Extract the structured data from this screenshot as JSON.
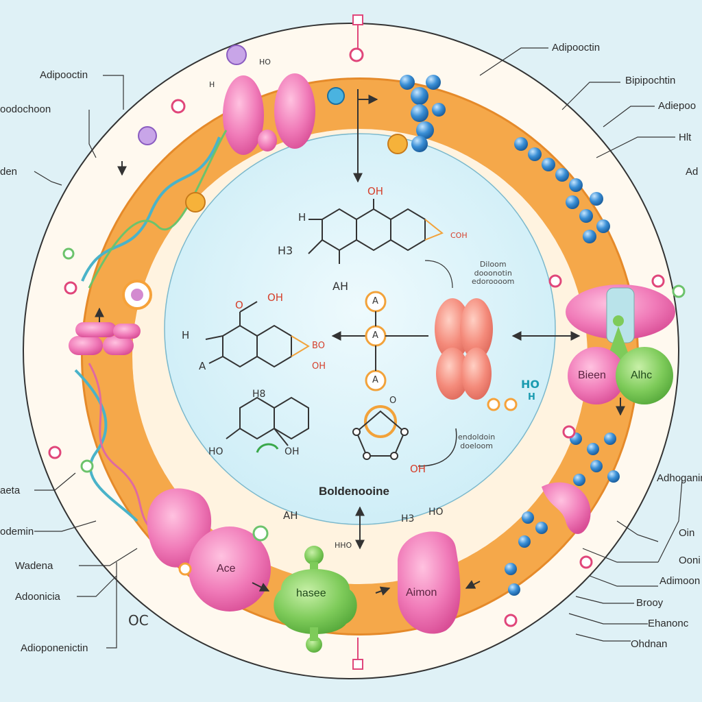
{
  "center_label": "Boldenooine",
  "left_labels": [
    "Adipooctin",
    "oodochoon",
    "den",
    "aeta",
    "odemin",
    "Wadena",
    "Adoonicia",
    "Adioponenictin"
  ],
  "right_labels": [
    "Adipooctin",
    "Bipipochtin",
    "Adiepoo",
    "Hlt",
    "Ad",
    "Adhoganim",
    "Oin",
    "Ooni",
    "Adimoon",
    "Brooy",
    "Ehanonc",
    "Ohdnan"
  ],
  "proteins": {
    "ace": "Ace",
    "hasee": "hasee",
    "aimon": "Aimon",
    "bieen": "Bieen",
    "alhc": "Alhc"
  },
  "chem": {
    "oh_top": "OH",
    "h_top": "H",
    "h3_top": "H3",
    "ah_top": "AH",
    "coh": "COH",
    "oh_left": "OH",
    "o_left": "O",
    "h_left": "H",
    "a_left": "A",
    "bo_left": "BO",
    "oh_left2": "OH",
    "h8": "H8",
    "ho_small": "HO",
    "oh_small": "OH",
    "a1": "A",
    "a2": "A",
    "a3": "A",
    "o_ring": "O",
    "oh_bottom": "OH",
    "ho_teal": "HO",
    "h_teal": "H",
    "ah_bottom": "AH",
    "h3_bottom": "H3",
    "ho_bottom": "HO",
    "hho": "HHO",
    "oc": "OC",
    "ho_top_left": "HO",
    "h_top_left": "H"
  },
  "notes": {
    "note1": "Diloom\ndooonotin\nedoroooom",
    "note2": "endoldoin\ndoeloom"
  },
  "colors": {
    "background": "#dff1f6",
    "membrane": "#f5a84a",
    "membrane_edge": "#e58a2a",
    "cell_interior": "#fff7e8",
    "inner_core": "#d9f1f8",
    "protein_pink": "#f07ab8",
    "protein_green": "#7ecb5a",
    "protein_salmon": "#f48a7a",
    "sphere_blue": "#3a8fd6",
    "helix_teal": "#4ab3c9"
  }
}
